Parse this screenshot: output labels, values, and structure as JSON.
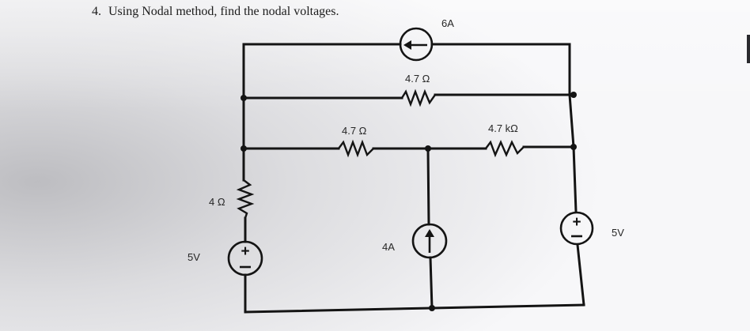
{
  "question": {
    "number": "4.",
    "text": "Using Nodal method, find the nodal voltages."
  },
  "labels": {
    "current_top": "6A",
    "r_top": "4.7 Ω",
    "r_mid_left": "4.7 Ω",
    "r_mid_right": "4.7 kΩ",
    "r_left": "4 Ω",
    "v_left": "5V",
    "current_mid": "4A",
    "v_right": "5V"
  },
  "symbols": {
    "plus": "+",
    "minus": "−"
  },
  "colors": {
    "paper": "#f4f4f6",
    "ink": "#141414"
  }
}
